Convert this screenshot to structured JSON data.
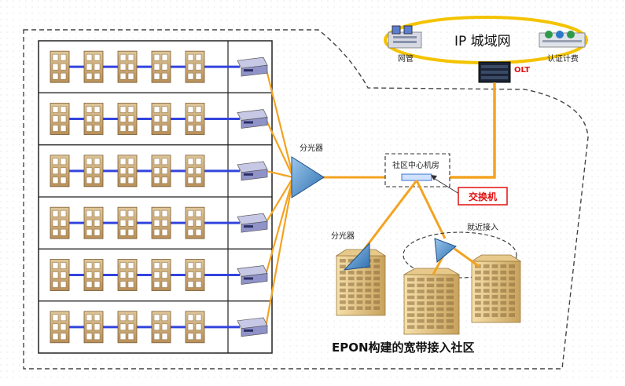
{
  "network": {
    "cloud_label": "IP 城域网",
    "nms_label": "网管",
    "auth_label": "认证计费",
    "olt_label": "OLT"
  },
  "community": {
    "splitter_main_label": "分光器",
    "center_room_label": "社区中心机房",
    "switch_label": "交换机",
    "splitter_left_label": "分光器",
    "nearby_access_label": "就近接入",
    "caption": "EPON构建的宽带接入社区"
  },
  "colors": {
    "fiber": "#f4a321",
    "lan": "#3344dd",
    "cloud_ring": "#f4c300",
    "splitter": "#3d86c6",
    "switch_border": "#e11111",
    "olt_label": "#e11111",
    "building": "#e9c98a"
  },
  "building_grid": {
    "floors": 6,
    "units_per_floor": 5
  }
}
